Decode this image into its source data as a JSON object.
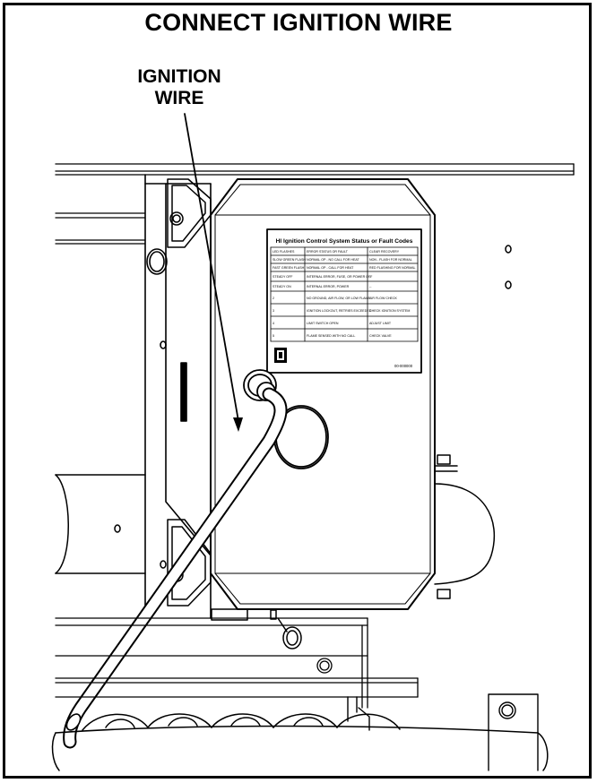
{
  "title": "CONNECT IGNITION WIRE",
  "callout": {
    "line1": "IGNITION",
    "line2": "WIRE"
  },
  "label_plate": {
    "heading": "HI Ignition Control System Status or Fault Codes",
    "rows": [
      [
        "LED FLASHES",
        "ERROR STATUS OR FAULT",
        "CLEAR RECOVERY"
      ],
      [
        "SLOW GREEN FLASH",
        "NORMAL OP - NO CALL FOR HEAT",
        "NON - FLASH FOR NORMAL"
      ],
      [
        "FAST GREEN FLASH",
        "NORMAL OP - CALL FOR HEAT",
        "RED FLASHING FOR NORMAL"
      ],
      [
        "STEADY OFF",
        "INTERNAL ERROR, FUSE, OR POWER OFF",
        "--"
      ],
      [
        "STEADY ON",
        "INTERNAL ERROR, POWER",
        "--"
      ],
      [
        "2",
        "NO GROUND, AIR FLOW, OR LOW FLAME",
        "AIR FLOW CHECK"
      ],
      [
        "3",
        "IGNITION LOCKOUT, RETRIES EXCEEDED",
        "CHECK IGNITION SYSTEM"
      ],
      [
        "4",
        "LIMIT SWITCH OPEN",
        "ADJUST LIMIT"
      ],
      [
        "5",
        "FLAME SENSED WITH NO CALL",
        "CHECK VALVE"
      ]
    ],
    "part_no": "00-000000"
  },
  "colors": {
    "line": "#000000",
    "background": "#ffffff"
  }
}
